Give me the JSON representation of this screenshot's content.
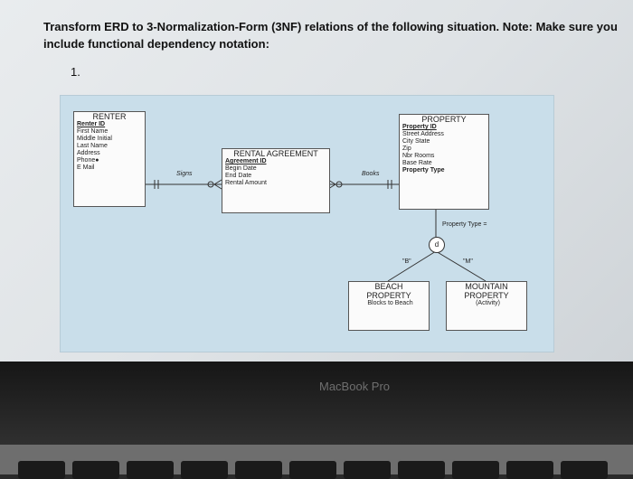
{
  "question": {
    "line1": "Transform ERD to 3-Normalization-Form (3NF) relations of the following situation. Note: Make sure you",
    "line2": "include functional dependency notation:",
    "number": "1."
  },
  "erd": {
    "renter": {
      "title": "RENTER",
      "attrs": [
        "Renter ID",
        "First Name",
        "Middle Initial",
        "Last Name",
        "Address",
        "Phone●",
        "E Mail"
      ]
    },
    "rental": {
      "title": "RENTAL AGREEMENT",
      "attrs": [
        "Agreement ID",
        "Begin Date",
        "End Date",
        "Rental Amount"
      ]
    },
    "property": {
      "title": "PROPERTY",
      "attrs": [
        "Property ID",
        "Street Address",
        "City State",
        "Zip",
        "Nbr Rooms",
        "Base Rate",
        "Property Type"
      ]
    },
    "beach": {
      "title_line1": "BEACH",
      "title_line2": "PROPERTY",
      "attrs": [
        "Blocks to Beach"
      ]
    },
    "mountain": {
      "title_line1": "MOUNTAIN",
      "title_line2": "PROPERTY",
      "attrs": [
        "(Activity)"
      ]
    },
    "rel_signs": "Signs",
    "rel_books": "Books",
    "disjoint": "d",
    "discriminator": "Property Type =",
    "label_b": "\"B\"",
    "label_m": "\"M\""
  },
  "laptop_brand": "MacBook Pro"
}
